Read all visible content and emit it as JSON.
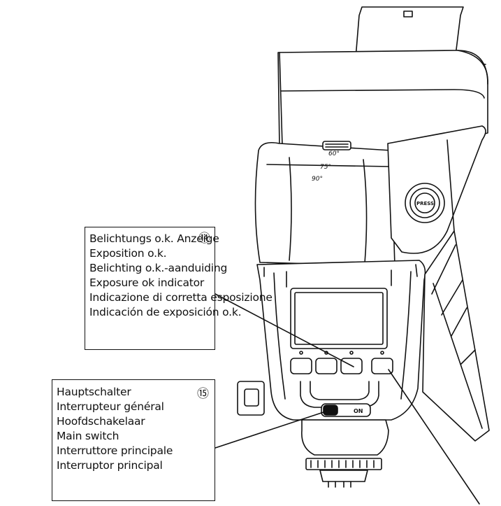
{
  "callouts": [
    {
      "number": "⑭",
      "lines": [
        "Belichtungs o.k. Anzeige",
        "Exposition o.k.",
        "Belichting o.k.-aanduiding",
        "Exposure ok indicator",
        "Indicazione di corretta esposizione",
        "Indicación de exposición o.k."
      ]
    },
    {
      "number": "⑮",
      "lines": [
        "Hauptschalter",
        "Interrupteur général",
        "Hoofdschakelaar",
        "Main switch",
        "Interruttore principale",
        "Interruptor principal"
      ]
    }
  ],
  "device_labels": {
    "angle_60": "60°",
    "angle_75": "75°",
    "angle_90": "90°",
    "press_button": "PRESS",
    "switch_on": "ON"
  }
}
